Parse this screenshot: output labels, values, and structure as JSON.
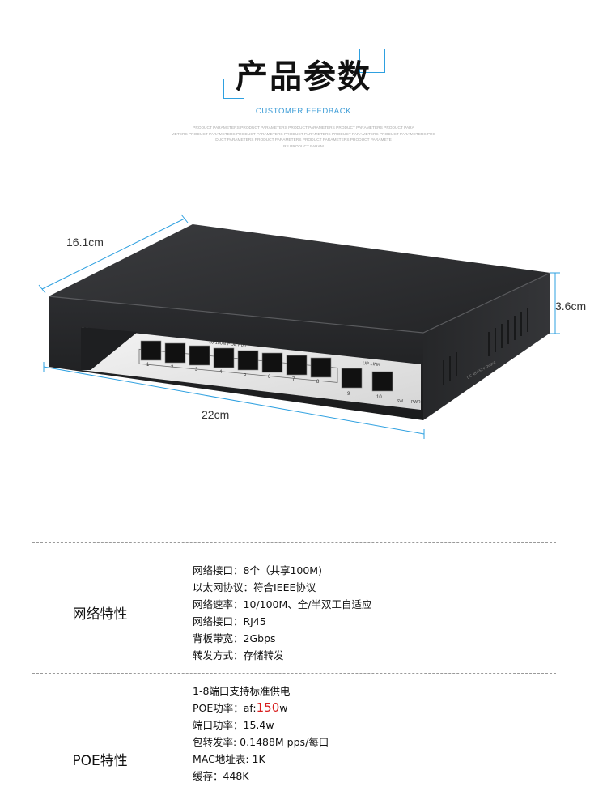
{
  "header": {
    "title": "产品参数",
    "subtitle": "CUSTOMER FEEDBACK",
    "filler_lines": [
      "PRODUCT PARAMETERS PRODUCT PARAMETERS PRODUCT PARAMETERS PRODUCT PARAMETERS PRODUCT PARA",
      "METERS PRODUCT PARAMETERS PRODUCT PARAMETERS PRODUCT PARAMETERS PRODUCT PARAMETERS PRODUCT PARAMETERS PRO",
      "DUCT PARAMETERS PRODUCT PARAMETERS PRODUCT PARAMETERS PRODUCT PARAMETE",
      "RS PRODUCT PARAM"
    ]
  },
  "product": {
    "dimensions": {
      "depth": "16.1cm",
      "height": "3.6cm",
      "width": "22cm"
    },
    "device": {
      "poe_group_label": "10/100M  POE  Port",
      "uplink_label": "UP-LINK",
      "port_numbers": [
        "1",
        "2",
        "3",
        "4",
        "5",
        "6",
        "7",
        "8",
        "9",
        "10"
      ],
      "pwr_label": "PWR",
      "sw_label": "SW",
      "side_label": "DC 48V-52V Output"
    }
  },
  "specs": {
    "sections": [
      {
        "label": "网络特性",
        "items": [
          "网络接口：8个（共享100M)",
          "以太网协议：符合IEEE协议",
          "网络速率：10/100M、全/半双工自适应",
          "网络接口：RJ45",
          "背板带宽：2Gbps",
          "转发方式：存储转发"
        ]
      },
      {
        "label": "POE特性",
        "items": [
          "1-8端口支持标准供电",
          "POE功率：af:",
          "端口功率：15.4w",
          "包转发率: 0.1488M pps/每口",
          "MAC地址表: 1K",
          "缓存：448K"
        ],
        "power_value": "150",
        "power_unit": "w"
      }
    ]
  },
  "colors": {
    "accent_blue": "#2ea0e0",
    "highlight_red": "#d81e1e",
    "device_dark": "#2a2b2d"
  }
}
